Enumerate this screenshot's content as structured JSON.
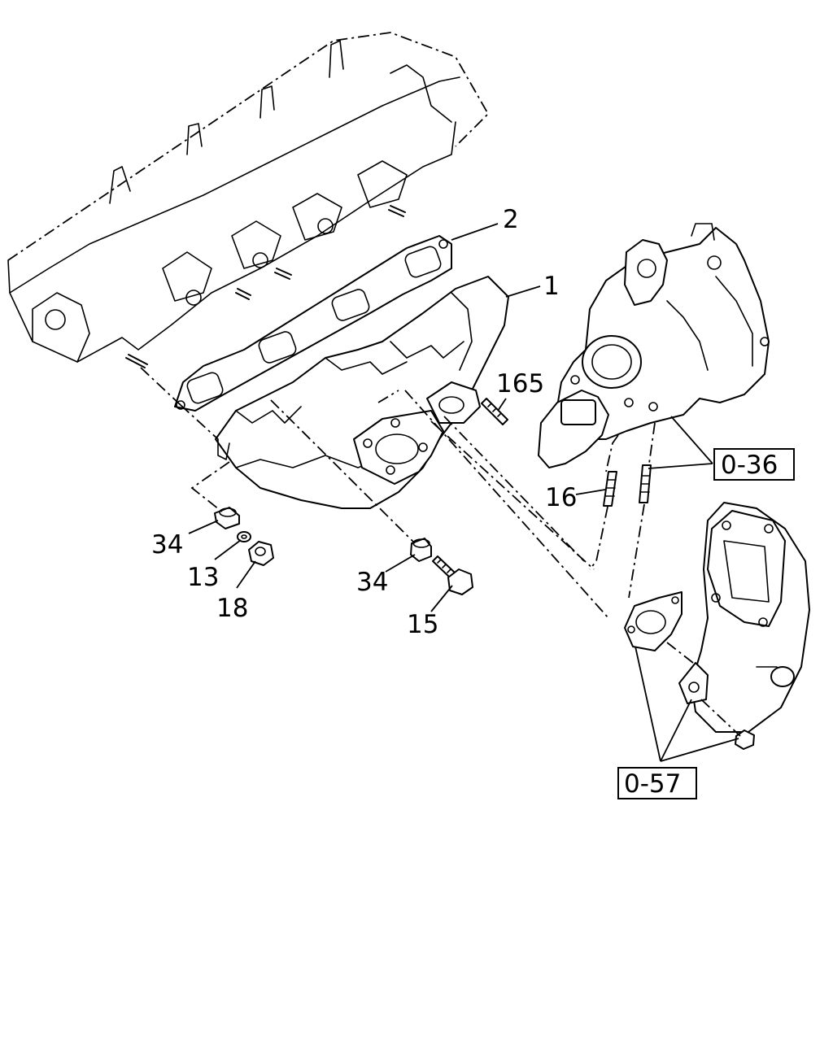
{
  "callouts": {
    "gasket_manifold": "2",
    "exhaust_manifold": "1",
    "stud_165": "165",
    "stud_16": "16",
    "collar_left": "34",
    "washer": "13",
    "nut": "18",
    "collar_right": "34",
    "bolt": "15"
  },
  "references": {
    "turbocharger": "0-36",
    "turbo_outlet": "0-57"
  },
  "icons": {
    "cylinder_head": "cylinder-head-outline",
    "turbocharger": "turbocharger-assembly",
    "outlet_housing": "turbo-outlet-housing"
  }
}
